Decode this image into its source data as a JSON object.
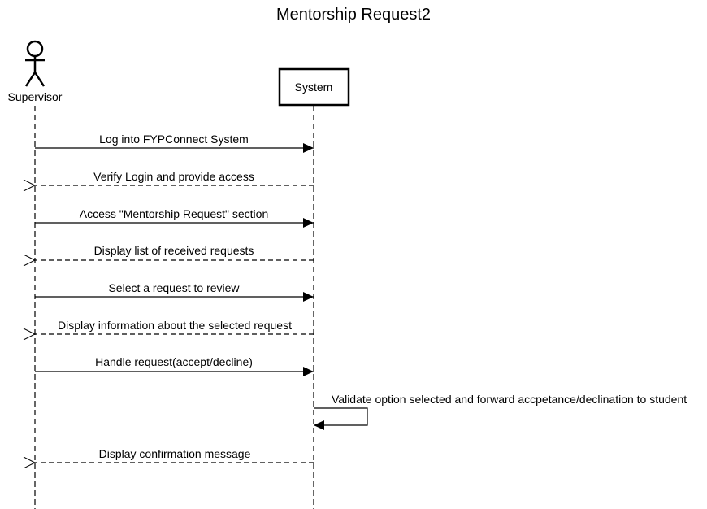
{
  "diagram": {
    "title": "Mentorship Request2",
    "participants": [
      {
        "id": "supervisor",
        "label": "Supervisor",
        "kind": "actor"
      },
      {
        "id": "system",
        "label": "System",
        "kind": "box"
      }
    ],
    "messages": [
      {
        "from": "supervisor",
        "to": "system",
        "label": "Log into FYPConnect System",
        "type": "sync"
      },
      {
        "from": "system",
        "to": "supervisor",
        "label": "Verify Login and provide access",
        "type": "return"
      },
      {
        "from": "supervisor",
        "to": "system",
        "label": "Access \"Mentorship Request\" section",
        "type": "sync"
      },
      {
        "from": "system",
        "to": "supervisor",
        "label": "Display list of received requests",
        "type": "return"
      },
      {
        "from": "supervisor",
        "to": "system",
        "label": "Select a request to review",
        "type": "sync"
      },
      {
        "from": "system",
        "to": "supervisor",
        "label": "Display information about the selected request",
        "type": "return"
      },
      {
        "from": "supervisor",
        "to": "system",
        "label": "Handle request(accept/decline)",
        "type": "sync"
      },
      {
        "from": "system",
        "to": "system",
        "label": "Validate option selected and forward accpetance/declination to student",
        "type": "self"
      },
      {
        "from": "system",
        "to": "supervisor",
        "label": "Display confirmation message",
        "type": "return"
      }
    ]
  }
}
